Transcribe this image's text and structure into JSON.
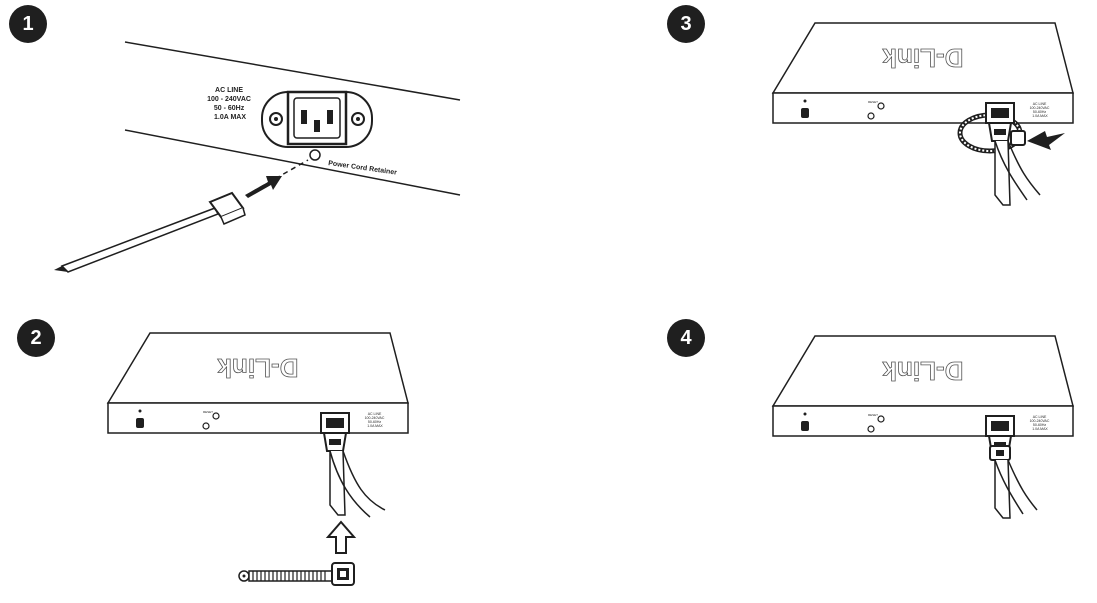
{
  "steps": [
    {
      "number": "1"
    },
    {
      "number": "2"
    },
    {
      "number": "3"
    },
    {
      "number": "4"
    }
  ],
  "panel1": {
    "power_label": [
      "AC LINE",
      "100 - 240VAC",
      "50 - 60Hz",
      "1.0A MAX"
    ],
    "retainer_label": "Power Cord Retainer"
  },
  "device": {
    "brand_logo": "D-Link",
    "rear_label": [
      "AC LINE",
      "100-240VAC",
      "50-60Hz",
      "1.0A MAX"
    ],
    "reset_label": "RESET"
  },
  "colors": {
    "ink": "#1f1f1f",
    "badge": "#1f1f1f",
    "background": "#ffffff"
  }
}
